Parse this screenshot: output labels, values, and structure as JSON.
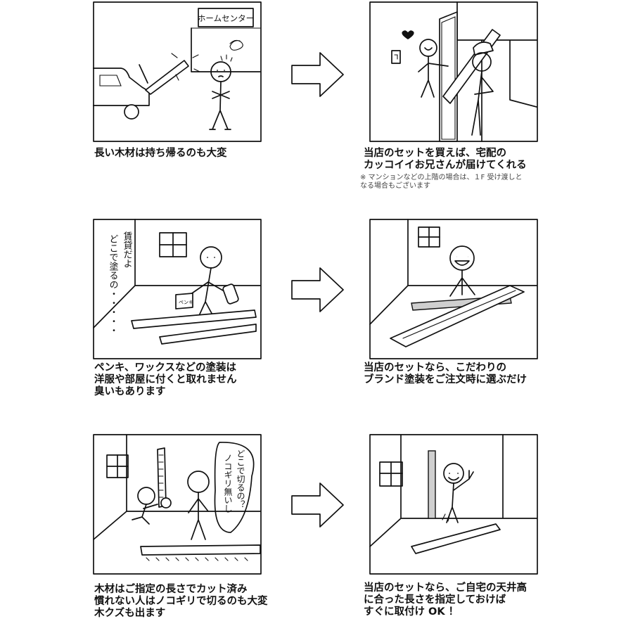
{
  "panels": {
    "p1": {
      "sign": "ホームセンター",
      "caption": [
        "長い木材は持ち帰るのも大変"
      ]
    },
    "p2": {
      "caption": [
        "当店のセットを買えば、宅配の",
        "カッコイイお兄さんが届けてくれる"
      ],
      "note": [
        "※ マンションなどの上階の場合は、１F 受け渡しと",
        "なる場合もございます"
      ]
    },
    "p3": {
      "speech": [
        "賃貸だよ",
        "どこで塗るの・・・・・"
      ],
      "can_label": "ペンキ",
      "caption": [
        "ペンキ、ワックスなどの塗装は",
        "洋服や部屋に付くと取れません",
        "臭いもあります"
      ]
    },
    "p4": {
      "caption": [
        "当店のセットなら、こだわりの",
        "ブランド塗装をご注文時に選ぶだけ"
      ]
    },
    "p5": {
      "speech": [
        "どこで切るの？",
        "ノコギリ無いし"
      ],
      "caption": [
        "木材はご指定の長さでカット済み",
        "慣れない人はノコギリで切るのも大変",
        "木クズも出ます"
      ]
    },
    "p6": {
      "caption": [
        "当店のセットなら、ご自宅の天井高",
        "に合った長さを指定しておけば",
        "すぐに取付け OK ！"
      ]
    }
  },
  "icons": {
    "arrow": "right-arrow-icon",
    "heart": "heart-icon"
  }
}
